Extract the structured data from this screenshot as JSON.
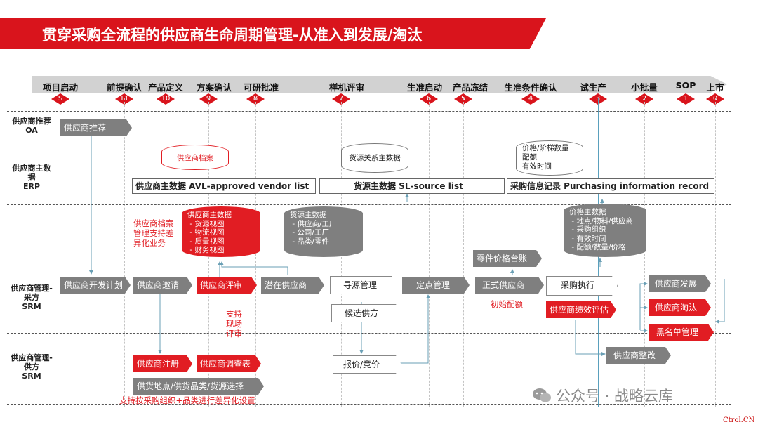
{
  "title": "贯穿采购全流程的供应商生命周期管理-从准入到发展/淘汰",
  "milestones": [
    {
      "label": "项目启动",
      "num": "S"
    },
    {
      "label": "前提确认",
      "num": "11"
    },
    {
      "label": "产品定义",
      "num": "10"
    },
    {
      "label": "方案确认",
      "num": "9"
    },
    {
      "label": "可研批准",
      "num": "8"
    },
    {
      "label": "样机评审",
      "num": "7"
    },
    {
      "label": "生准启动",
      "num": "6"
    },
    {
      "label": "产品冻结",
      "num": "5"
    },
    {
      "label": "生准条件确认",
      "num": "4"
    },
    {
      "label": "试生产",
      "num": "3"
    },
    {
      "label": "小批量",
      "num": "2"
    },
    {
      "label": "SOP",
      "num": "1"
    },
    {
      "label": "上市",
      "num": "0"
    }
  ],
  "rows": [
    {
      "label": "供应商推荐\nOA"
    },
    {
      "label": "供应商主数\n据\nERP"
    },
    {
      "label": "供应商管理-\n采方\nSRM"
    },
    {
      "label": "供应商管理-\n供方\nSRM"
    }
  ],
  "oa": {
    "recommend": "供应商推荐"
  },
  "erp": {
    "vendor_archive": "供应商档案",
    "source_master": "货源关系主数据",
    "price_info": "价格/阶梯数量\n配额\n有效时间",
    "avl": "供应商主数据 AVL-approved vendor list",
    "sl": "货源主数据 SL-source list",
    "pir": "采购信息记录 Purchasing information record"
  },
  "srm_buy": {
    "archive_note": "供应商档案\n管理支持差\n异化业务",
    "vendor_master_cyl": "供应商主数据\n - 货源视图\n - 物流视图\n - 质量视图\n - 财务视图",
    "source_master_cyl": "货源主数据\n - 供应商/工厂\n - 公司/工厂\n - 品类/零件",
    "price_master_cyl": "价格主数据\n - 地点/物料/供应商\n - 采购组织\n - 有效时间\n - 配额/数量/价格",
    "part_price_ledger": "零件价格台账",
    "dev_plan": "供应商开发计划",
    "invite": "供应商邀请",
    "evaluate": "供应商评审",
    "potential": "潜在供应商",
    "sourcing": "寻源管理",
    "candidate": "候选供方",
    "designate": "定点管理",
    "formal": "正式供应商",
    "initial_quota": "初始配额",
    "procure_exec": "采购执行",
    "perf_eval": "供应商绩效评估",
    "develop": "供应商发展",
    "eliminate": "供应商淘汰",
    "blacklist": "黑名单管理",
    "onsite_note": "支持\n现场\n评审"
  },
  "srm_supply": {
    "register": "供应商注册",
    "survey": "供应商调查表",
    "supply_select": "供货地点/供货品类/货源选择",
    "diff_note": "支持按采购组织+品类进行差异化设置",
    "quote": "报价/竞价",
    "rectify": "供应商整改"
  },
  "watermark": "公众号 · 战略云库",
  "site_mark": "Ctrol.CN",
  "colors": {
    "red": "#e11d23",
    "gray": "#7f7f7f",
    "banner": "#d9141c"
  }
}
